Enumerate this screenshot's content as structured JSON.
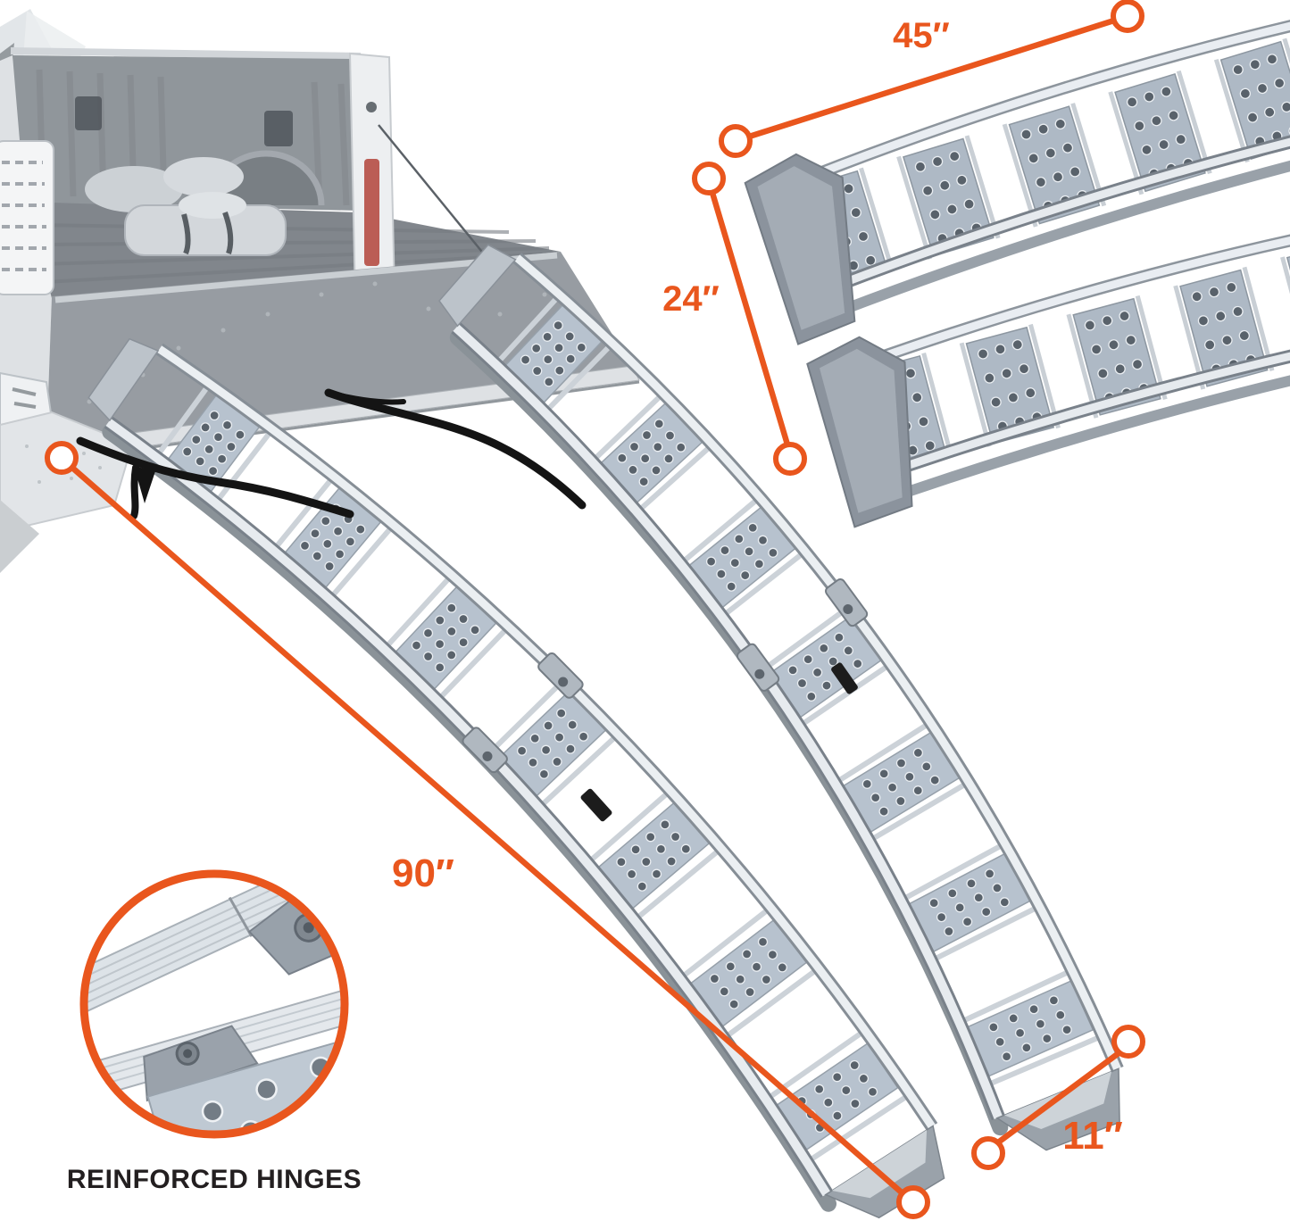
{
  "colors": {
    "background": "#FFFFFF",
    "accent": "#E9561D",
    "callout_text": "#231F20",
    "aluminum_light": "#ECEFF2",
    "aluminum_mid": "#B7C2CE",
    "aluminum_dark": "#79818A",
    "taillight_red": "#B54F46",
    "strap_black": "#141414"
  },
  "dimensions": {
    "folded_length": {
      "label": "45″"
    },
    "folded_height": {
      "label": "24″"
    },
    "extended_length": {
      "label": "90″"
    },
    "ramp_width": {
      "label": "11″"
    }
  },
  "callout": {
    "label": "REINFORCED HINGES"
  }
}
